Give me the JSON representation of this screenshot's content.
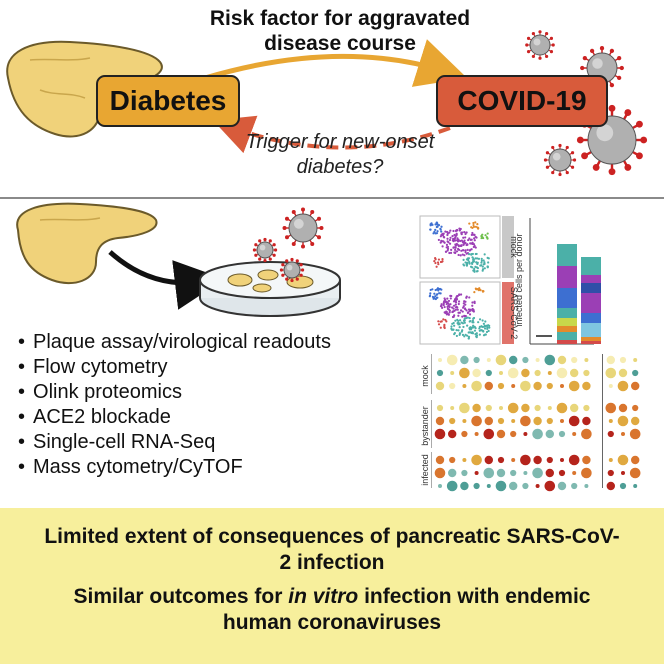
{
  "header": {
    "title": "Risk factor for aggravated disease course",
    "diabetes_label": "Diabetes",
    "covid_label": "COVID-19",
    "trigger_text": "Trigger for new-onset diabetes?"
  },
  "methods": {
    "items": [
      "Plaque assay/virological readouts",
      "Flow cytometry",
      "Olink proteomics",
      "ACE2 blockade",
      "Single-cell RNA-Seq",
      "Mass cytometry/CyTOF"
    ]
  },
  "figure": {
    "mock_label": "mock",
    "sarscov2_label": "SARS-CoV-2",
    "y_axis_label": "infected cells per donor",
    "row_labels": [
      "mock",
      "bystander",
      "infected"
    ]
  },
  "conclusions": {
    "line1": "Limited extent of consequences of pancreatic SARS-CoV-2 infection",
    "line2_pre": "Similar outcomes for ",
    "line2_em": "in vitro",
    "line2_post": " infection with endemic human coronaviruses"
  },
  "colors": {
    "diabetes_box": "#e8a632",
    "covid_box": "#d85b3b",
    "pancreas": "#f0d27a",
    "virus": "#b0b0b0",
    "spike": "#cc2222",
    "bottom_band": "#f7ef9c"
  }
}
